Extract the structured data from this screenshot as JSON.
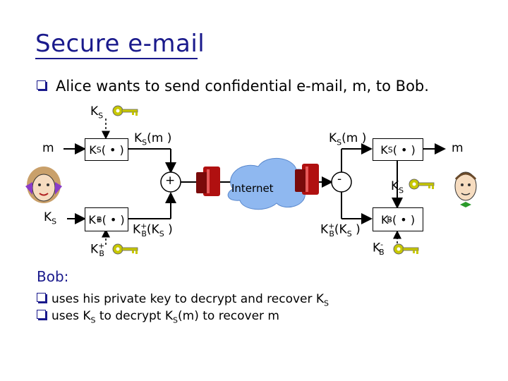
{
  "slide": {
    "title": "Secure e-mail",
    "intro": "Alice wants to send confidential e-mail, m, to Bob."
  },
  "diagram": {
    "sender": {
      "m": "m",
      "ks_key": "K",
      "ks_key_sub": "S",
      "ks_enc": "K",
      "ks_enc_sub": "S",
      "ks_enc_arg": "( • )",
      "ks_m": "K",
      "ks_m_sub": "S",
      "ks_m_arg": "(m )",
      "ks_left": "K",
      "ks_left_sub": "S",
      "kb_pub": "K",
      "kb_pub_sub": "B",
      "kb_pub_sup": "+",
      "kb_pub_arg": "( • )",
      "kb_ks": "K",
      "kb_ks_sub": "B",
      "kb_ks_sup": "+",
      "kb_ks_arg": "(K",
      "kb_ks_arg_sub": "S",
      "kb_ks_close": " )",
      "kb_key": "K",
      "kb_key_sub": "B",
      "kb_key_sup": "+",
      "plus": "+"
    },
    "network": "Internet",
    "receiver": {
      "ks_m": "K",
      "ks_m_sub": "S",
      "ks_m_arg": "(m )",
      "ks_dec": "K",
      "ks_dec_sub": "S",
      "ks_dec_arg": "( • )",
      "m": "m",
      "ks_key": "K",
      "ks_key_sub": "S",
      "kb_priv": "K",
      "kb_priv_sub": "B",
      "kb_priv_sup": "-",
      "kb_priv_arg": "( • )",
      "kb_ks": "K",
      "kb_ks_sub": "B",
      "kb_ks_sup": "+",
      "kb_ks_arg": "(K",
      "kb_ks_arg_sub": "S",
      "kb_ks_close": " )",
      "kb_key": "K",
      "kb_key_sub": "B",
      "kb_key_sup": "-",
      "minus": "-"
    }
  },
  "bob": {
    "heading": "Bob:",
    "b1_pre": "uses his private key to decrypt and recover K",
    "b1_sub": "S",
    "b2_pre": "uses K",
    "b2_sub1": "S",
    "b2_mid": " to decrypt K",
    "b2_sub2": "S",
    "b2_post": "(m) to recover m"
  },
  "colors": {
    "title": "#1a1a8c",
    "key": "#c8c800",
    "router": "#b01010",
    "cloud": "#8fb8f0"
  }
}
